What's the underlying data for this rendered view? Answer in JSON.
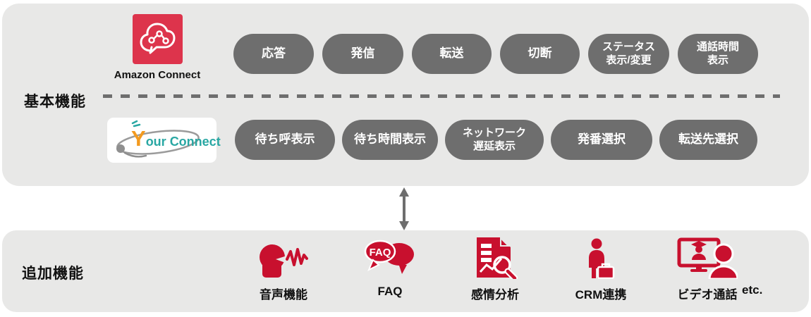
{
  "colors": {
    "panel_gray": "#E8E8E7",
    "pill_gray": "#6E6E6E",
    "accent_red": "#C8102E",
    "amazon_red": "#DD344C",
    "your_connect_teal": "#29A7A3",
    "your_connect_orange": "#F39A1F"
  },
  "basic": {
    "label": "基本機能",
    "amazon_connect": {
      "label": "Amazon Connect"
    },
    "your_connect": {
      "y": "Y",
      "our": "our",
      "connect": "Connect"
    },
    "row1": [
      "応答",
      "発信",
      "転送",
      "切断",
      "ステータス\n表示/変更",
      "通話時間\n表示"
    ],
    "row2": [
      "待ち呼表示",
      "待ち時間表示",
      "ネットワーク\n遅延表示",
      "発番選択",
      "転送先選択"
    ]
  },
  "additional": {
    "label": "追加機能",
    "features": [
      {
        "label": "音声機能"
      },
      {
        "label": "FAQ",
        "bubble_text": "FAQ"
      },
      {
        "label": "感情分析"
      },
      {
        "label": "CRM連携"
      },
      {
        "label": "ビデオ通話"
      }
    ],
    "etc_label": "etc."
  }
}
